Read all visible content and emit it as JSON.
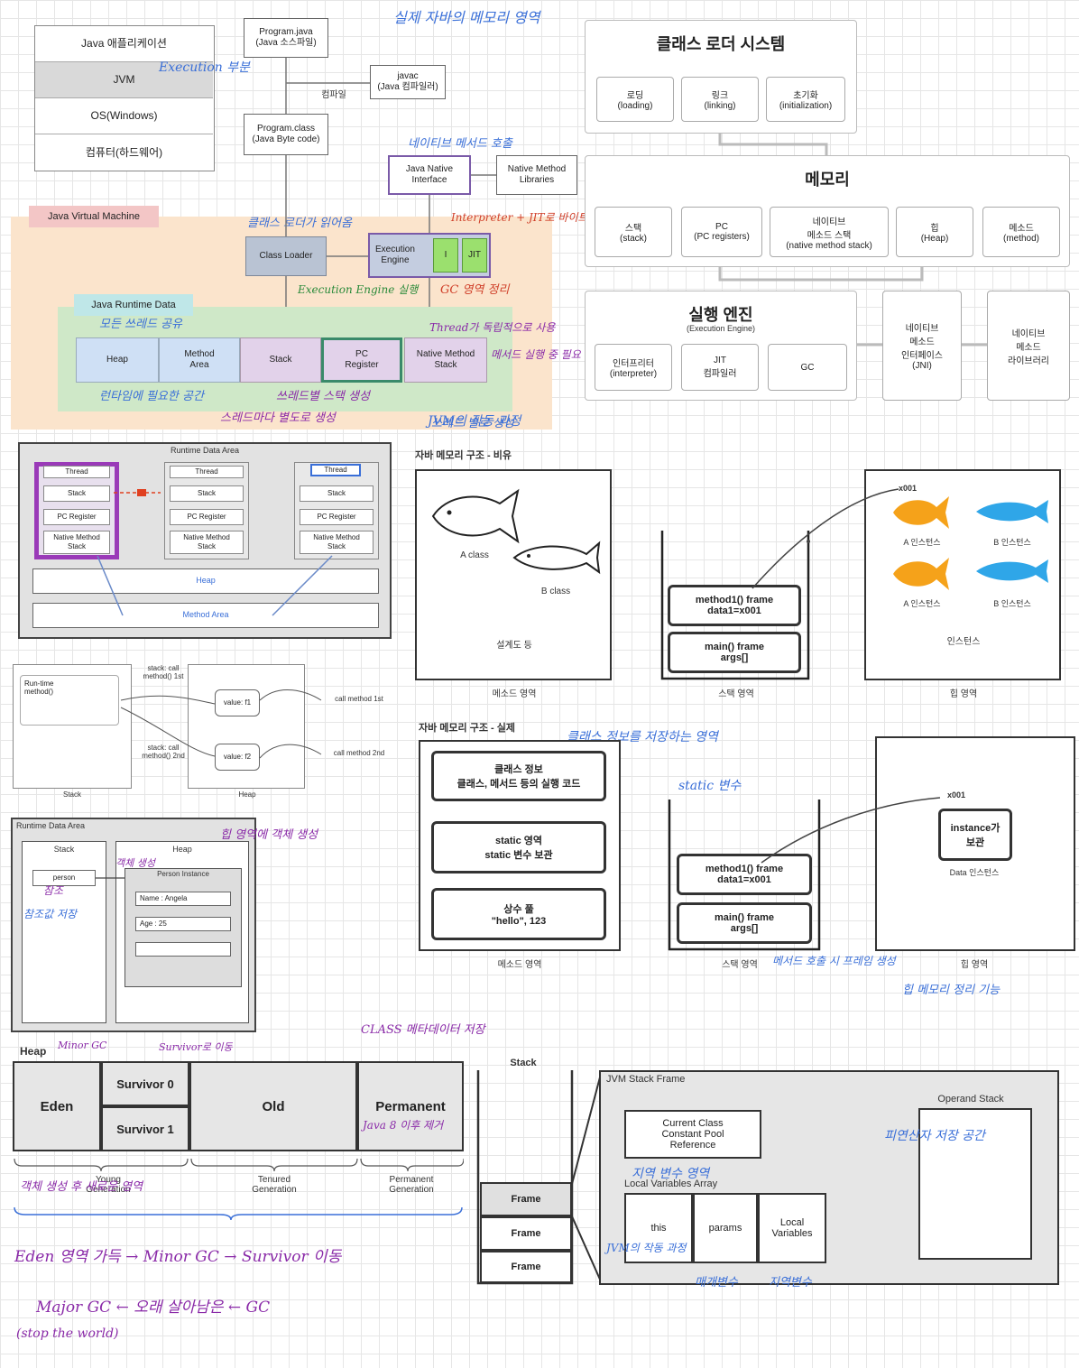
{
  "jvm_arch": {
    "platform_stack": [
      "Java 애플리케이션",
      "JVM",
      "OS(Windows)",
      "컴퓨터(하드웨어)"
    ],
    "program_java": "Program.java\n(Java 소스파일)",
    "javac": "javac\n(Java 컴파일러)",
    "compile_label": "컴파일",
    "program_class": "Program.class\n(Java Byte code)",
    "jvm_title": "Java Virtual Machine",
    "class_loader": "Class Loader",
    "execution_engine": "Execution\nEngine",
    "interpreter_short": "I",
    "jit_short": "JIT",
    "jni": "Java Native\nInterface",
    "native_libs": "Native Method\nLibraries",
    "runtime_area_title": "Java Runtime Data",
    "runtime_cells": [
      "Heap",
      "Method\nArea",
      "Stack",
      "PC\nRegister",
      "Native Method\nStack"
    ]
  },
  "class_loader_system": {
    "title": "클래스 로더 시스템",
    "items": [
      "로딩\n(loading)",
      "링크\n(linking)",
      "초기화\n(initialization)"
    ]
  },
  "memory": {
    "title": "메모리",
    "items": [
      "스택\n(stack)",
      "PC\n(PC registers)",
      "네이티브\n메소드 스택\n(native method stack)",
      "힙\n(Heap)",
      "메소드\n(method)"
    ]
  },
  "execution_engine_sys": {
    "title": "실행 엔진",
    "subtitle": "(Execution Engine)",
    "items": [
      "인터프리터\n(interpreter)",
      "JIT\n컴파일러",
      "GC"
    ],
    "jni": "네이티브\n메소드\n인터페이스\n(JNI)",
    "native_lib": "네이티브\n메소드\n라이브러리"
  },
  "runtime_threads": {
    "title": "Runtime Data Area",
    "thread": "Thread",
    "stack": "Stack",
    "pc": "PC Register",
    "native": "Native Method\nStack",
    "heap": "Heap",
    "method_area": "Method Area"
  },
  "small_diagram": {
    "left_text": "Run-time\nmethod()",
    "mid_top": "stack: call\nmethod() 1st",
    "mid_bot": "stack: call\nmethod() 2nd",
    "right_top": "value: f1",
    "right_bot": "value: f2",
    "right_top_lbl": "call method 1st",
    "right_bot_lbl": "call method 2nd",
    "cap_left": "Stack",
    "cap_right": "Heap"
  },
  "runtime_person": {
    "title": "Runtime Data Area",
    "stack": "Stack",
    "heap": "Heap",
    "var": "person",
    "obj_title": "Person Instance",
    "field1": "Name : Angela",
    "field2": "Age : 25"
  },
  "java_mem_concept": {
    "title": "자바 메모리 구조 - 비유",
    "class_a": "A class",
    "class_b": "B class",
    "blueprint": "설계도 등",
    "frame1": "method1() frame\ndata1=x001",
    "frame2": "main() frame\nargs[]",
    "addr": "x001",
    "inst_a": "A 인스턴스",
    "inst_b": "B 인스턴스",
    "inst_caption": "인스턴스",
    "cap_method": "메소드 영역",
    "cap_stack": "스택 영역",
    "cap_heap": "힙 영역"
  },
  "java_mem_real": {
    "title": "자바 메모리 구조 - 실제",
    "m1": "클래스 정보\n클래스, 메서드 등의 실행 코드",
    "m2": "static 영역\nstatic 변수 보관",
    "m3": "상수 풀\n\"hello\", 123",
    "frame1": "method1() frame\ndata1=x001",
    "frame2": "main() frame\nargs[]",
    "addr": "x001",
    "obj": "instance가\n보관",
    "obj_caption": "Data 인스턴스",
    "cap_method": "메소드 영역",
    "cap_stack": "스택 영역",
    "cap_heap": "힙 영역"
  },
  "heap_gen": {
    "title": "Heap",
    "eden": "Eden",
    "s0": "Survivor 0",
    "s1": "Survivor 1",
    "old": "Old",
    "perm": "Permanent",
    "young": "Young\nGeneration",
    "tenured": "Tenured\nGeneration",
    "permgen": "Permanent\nGeneration"
  },
  "stack_frame": {
    "stack_title": "Stack",
    "frames": [
      "Frame",
      "Frame",
      "Frame"
    ],
    "frame_title": "JVM Stack Frame",
    "ccpr": "Current Class\nConstant Pool\nReference",
    "lva": "Local Variables Array",
    "lva_cells": [
      "this",
      "params",
      "Local\nVariables"
    ],
    "operand": "Operand Stack"
  },
  "notes": {
    "n1": "JVM의 작동 과정",
    "n2": "Execution 부분",
    "n3": "클래스 로더가 읽어옴",
    "n4": "네이티브 메서드 호출",
    "n5": "실제 자바의 메모리 영역",
    "n6": "Interpreter + JIT로 바이트코드 실행",
    "n7": "GC 영역 정리",
    "n8": "쓰레드 별로 생성",
    "n9": "힙 메모리 정리 기능",
    "n10": "Execution Engine 실행",
    "n11": "스레드마다 별도로 생성",
    "n12": "모든 쓰레드 공유",
    "n13": "쓰레드별 스택 생성",
    "n14": "메서드 호출 시 프레임 생성",
    "n15": "런타임에 필요한 공간",
    "n16": "힙 영역에 객체 생성",
    "n17": "객체 생성 후 새로운 영역",
    "n18": "Eden 영역 가득 → Minor GC → Survivor 이동",
    "n19": "Major GC ← 오래 살아남은 ← GC",
    "n20": "(stop the world)",
    "n21": "클래스 정보를 저장하는 영역",
    "n22": "지역 변수 영역",
    "n23": "매개변수",
    "n24": "지역변수",
    "n25": "피연산자 저장 공간",
    "n26": "메서드 실행 중 필요",
    "n27": "CLASS 메타데이터 저장",
    "n28": "참조",
    "n29": "객체 생성",
    "n30": "참조값 저장",
    "n31": "static 변수",
    "n32": "Java 8 이후 제거",
    "n33": "Thread가 독립적으로 사용",
    "n34": "Minor GC",
    "n35": "Survivor로 이동"
  }
}
